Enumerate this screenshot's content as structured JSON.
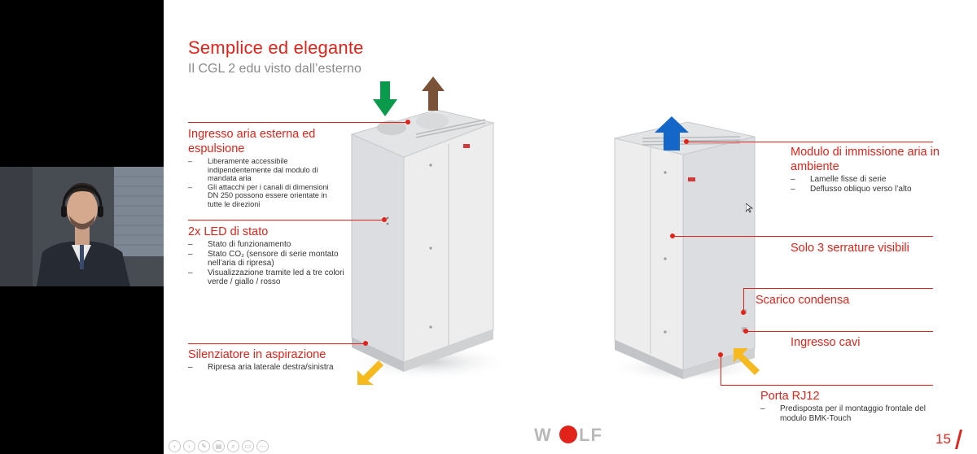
{
  "slide": {
    "title": "Semplice ed elegante",
    "subtitle": "Il CGL 2 edu visto dall’esterno",
    "page_number": "15",
    "logo_text": "WOLF"
  },
  "left_callouts": [
    {
      "heading": "Ingresso aria esterna ed espulsione",
      "bullets": [
        "Liberamente accessibile indipendentemente dal modulo di mandata aria",
        "Gli attacchi per i canali di dimensioni DN 250 possono essere orientate in tutte le direzioni"
      ]
    },
    {
      "heading": "2x LED di stato",
      "bullets": [
        "Stato di funzionamento",
        "Stato CO₂ (sensore di serie montato nell’aria di ripresa)",
        "Visualizzazione tramite led a tre colori verde / giallo / rosso"
      ]
    },
    {
      "heading": "Silenziatore in aspirazione",
      "bullets": [
        "Ripresa aria laterale destra/sinistra"
      ]
    }
  ],
  "right_callouts": [
    {
      "heading": "Modulo di immissione aria in ambiente",
      "bullets": [
        "Lamelle fisse di serie",
        "Deflusso obliquo verso l’alto"
      ]
    },
    {
      "heading": "Solo 3 serrature visibili",
      "bullets": []
    },
    {
      "heading": "Scarico condensa",
      "bullets": []
    },
    {
      "heading": "Ingresso cavi",
      "bullets": []
    },
    {
      "heading": "Porta RJ12",
      "bullets": [
        "Predisposta per il montaggio frontale del modulo BMK-Touch"
      ]
    }
  ],
  "colors": {
    "accent": "#e2231a",
    "arrow_in": "#0a9a4b",
    "arrow_out": "#7a5238",
    "arrow_supply": "#1467c8",
    "arrow_intake": "#f6b91e"
  },
  "icons": {
    "navigation": [
      "prev-icon",
      "next-icon",
      "pen-icon",
      "document-icon",
      "zoom-icon",
      "screen-icon",
      "more-icon"
    ]
  }
}
